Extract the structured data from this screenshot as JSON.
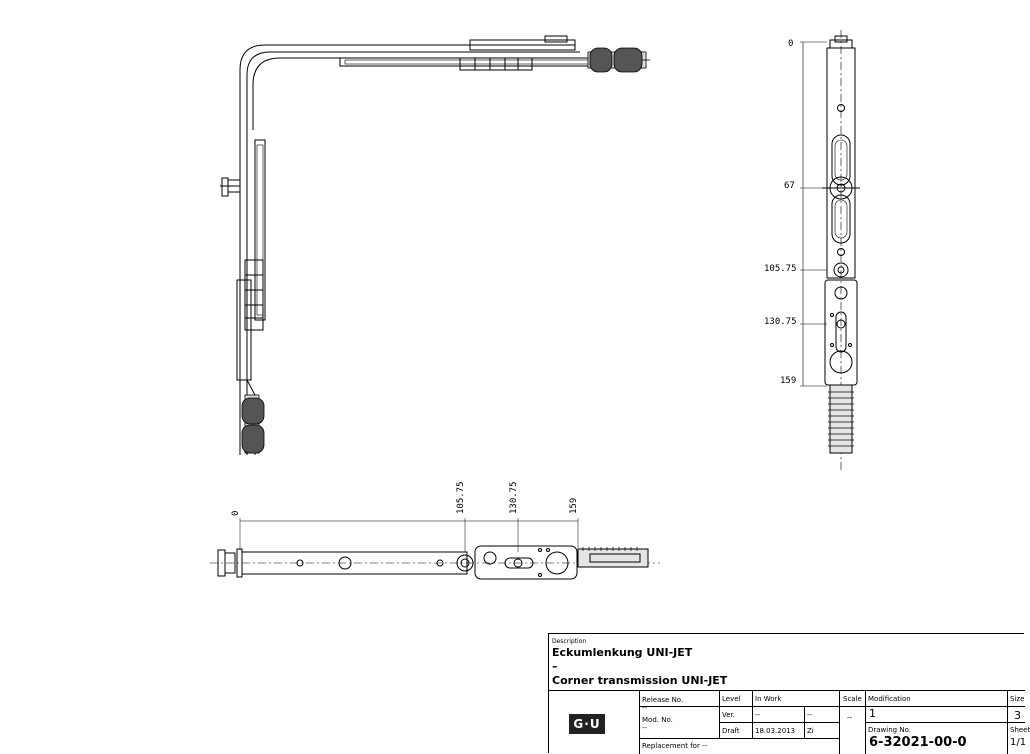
{
  "side_view": {
    "dims": [
      "0",
      "67",
      "105.75",
      "130.75",
      "159"
    ]
  },
  "bottom_view": {
    "dims": [
      "0",
      "105.75",
      "130.75",
      "159"
    ]
  },
  "title_block": {
    "description_label": "Description",
    "description_de": "Eckumlenkung UNI-JET",
    "dash": "–",
    "description_en": "Corner transmission UNI-JET",
    "logo_text": "G·U",
    "release_no_label": "Release No.",
    "release_no_value": "--",
    "mod_no_label": "Mod. No.",
    "mod_no_value": "--",
    "replacement_label": "Replacement for --",
    "level_label": "Level",
    "level_value": "In Work",
    "ver_label": "Ver.",
    "ver_value": "--",
    "ver_extra": "--",
    "draft_label": "Draft",
    "draft_date": "18.03.2013",
    "draft_author": "Zi",
    "scale_label": "Scale",
    "scale_value": "--",
    "modification_label": "Modification",
    "modification_value": "1",
    "drawing_no_label": "Drawing No.",
    "drawing_no_value": "6-32021-00-0",
    "size_label": "Size",
    "size_value": "3",
    "sheet_label": "Sheet",
    "sheet_value": "1/1"
  }
}
